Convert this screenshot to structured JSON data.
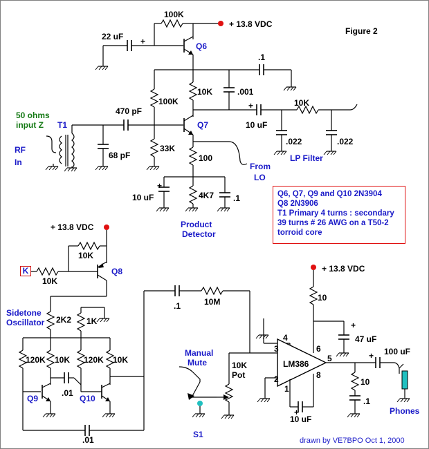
{
  "figure": {
    "title": "Figure 2",
    "credit": "drawn by VE7BPO Oct 1, 2000"
  },
  "supply": {
    "label": "+ 13.8 VDC",
    "dot_color": "#e01010"
  },
  "colors": {
    "wire": "#000000",
    "label_blue": "#1a1ac8",
    "label_green": "#167a16",
    "note_border": "#e01010",
    "s1_dot": "#20c0c0",
    "phones": "#20c0c0"
  },
  "components": {
    "r_100k_top": "100K",
    "c_22uf": "22 uF",
    "q6": "Q6",
    "c_point1": ".1",
    "c_001": ".001",
    "r_100k_bias": "100K",
    "r_10k_coll": "10K",
    "c_470pf": "470 pF",
    "q7": "Q7",
    "c_10uf_out": "10 uF",
    "r_10k_filter": "10K",
    "c_022_a": ".022",
    "c_022_b": ".022",
    "c_68pf": "68 pF",
    "r_33k": "33K",
    "r_100": "100",
    "c_10uf_emit": "10 uF",
    "r_4k7": "4K7",
    "c_point1_emit": ".1",
    "t1": "T1",
    "r_10k_q8": "10K",
    "r_10k_key": "10K",
    "q8": "Q8",
    "key": "K",
    "r_2k2": "2K2",
    "r_1k": "1K",
    "r_120k_a": "120K",
    "r_10k_a": "10K",
    "r_120k_b": "120K",
    "r_10k_b": "10K",
    "c_01_osc": ".01",
    "q9": "Q9",
    "q10": "Q10",
    "c_01_fb": ".01",
    "c_point1_st": ".1",
    "r_10m": "10M",
    "pot": "10K\nPot",
    "lm386": "LM386",
    "pin3": "3",
    "pin4": "4",
    "pin2": "2",
    "pin1": "1",
    "pin6": "6",
    "pin8": "8",
    "pin5": "5",
    "r_10_supply": "10",
    "c_47uf": "47 uF",
    "c_100uf": "100 uF",
    "r_10_zobel": "10",
    "c_point1_zobel": ".1",
    "c_10uf_gain": "10 uF",
    "s1": "S1"
  },
  "labels": {
    "input_z_1": "50 ohms",
    "input_z_2": "input Z",
    "rf_1": "RF",
    "rf_2": "In",
    "from_lo_1": "From",
    "from_lo_2": "LO",
    "lp_filter": "LP Filter",
    "product_1": "Product",
    "product_2": "Detector",
    "sidetone_1": "Sidetone",
    "sidetone_2": "Oscillator",
    "manual_1": "Manual",
    "manual_2": "Mute",
    "phones": "Phones",
    "supply_mid": "+ 13.8 VDC",
    "supply_right": "+ 13.8 VDC"
  },
  "notes": [
    "Q6, Q7, Q9 and Q10 2N3904",
    "Q8  2N3906",
    "T1  Primary 4 turns : secondary",
    "39 turns # 26 AWG on a T50-2",
    "torroid core"
  ]
}
